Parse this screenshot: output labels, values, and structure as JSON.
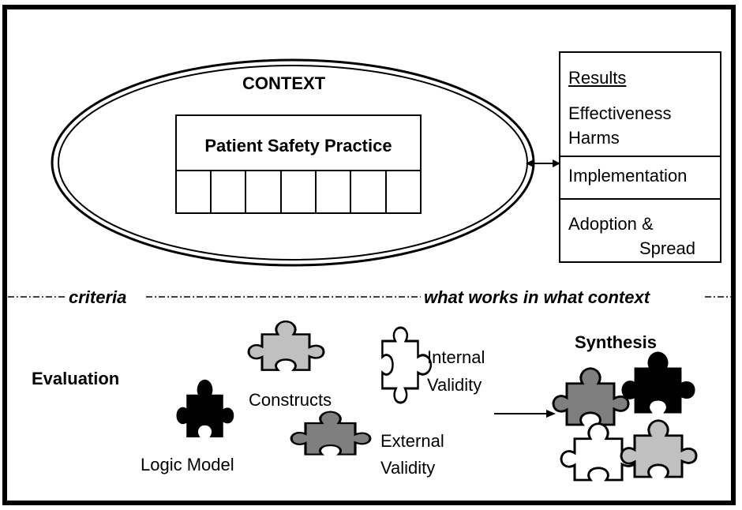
{
  "context": {
    "title": "CONTEXT",
    "practice_label": "Patient Safety Practice",
    "practice_cell_count": 7
  },
  "results": {
    "heading": "Results",
    "effectiveness": "Effectiveness",
    "harms": "Harms",
    "implementation": "Implementation",
    "adoption_line1": "Adoption &",
    "adoption_line2": "Spread"
  },
  "divider": {
    "left_label": "criteria",
    "right_label": "what works in what context"
  },
  "evaluation": {
    "label": "Evaluation",
    "constructs": "Constructs",
    "internal_validity_line1": "Internal",
    "internal_validity_line2": "Validity",
    "external_validity_line1": "External",
    "external_validity_line2": "Validity",
    "logic_model": "Logic Model",
    "synthesis": "Synthesis"
  },
  "colors": {
    "black": "#000000",
    "light_gray": "#c0c0c0",
    "dark_gray": "#7f7f7f",
    "white": "#ffffff"
  }
}
